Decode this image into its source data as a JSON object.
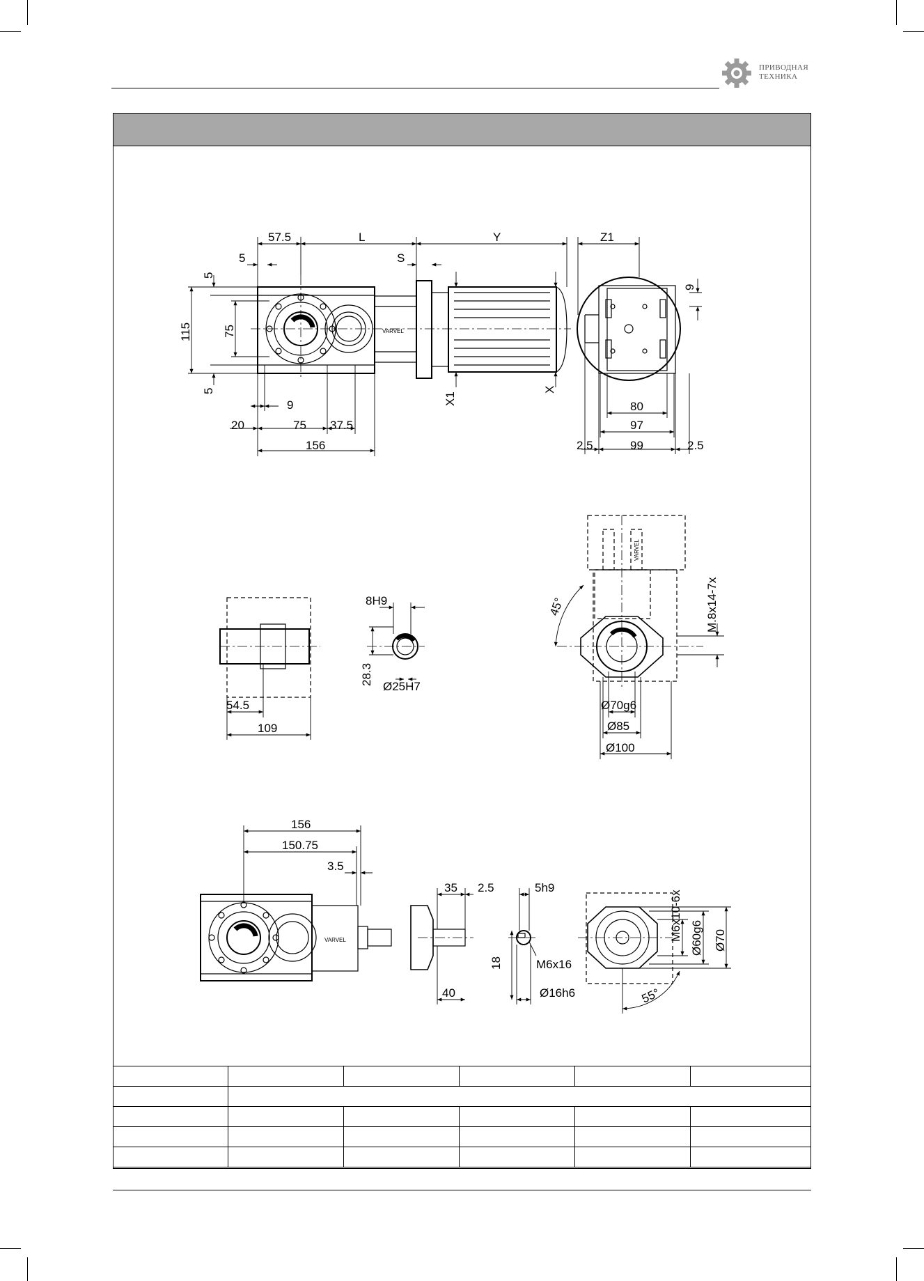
{
  "brand": {
    "line1": "ПРИВОДНАЯ",
    "line2": "ТЕХНИКА",
    "logo_icon": "gear-icon"
  },
  "drawing": {
    "maker_label": "VARVEL",
    "top_view": {
      "d_57_5": "57.5",
      "d_L": "L",
      "d_Y": "Y",
      "d_Z1": "Z1",
      "d_5_top": "5",
      "d_S": "S",
      "d_5_left_top": "5",
      "d_115": "115",
      "d_75": "75",
      "d_5_left_bottom": "5",
      "d_9_bottom": "9",
      "d_20": "20",
      "d_75_bottom": "75",
      "d_37_5": "37.5",
      "d_156": "156",
      "d_X1": "X1",
      "d_X": "X",
      "d_9_right": "9",
      "d_80": "80",
      "d_97": "97",
      "d_2_5_left": "2.5",
      "d_99": "99",
      "d_2_5_right": "2.5"
    },
    "shaft_view": {
      "d_8H9": "8H9",
      "d_28_3": "28.3",
      "d_25H7": "Ø25H7",
      "d_54_5": "54.5",
      "d_109": "109"
    },
    "flange_view": {
      "d_45deg": "45°",
      "d_M8": "M.8x14-7x",
      "d_70g6": "Ø70g6",
      "d_85": "Ø85",
      "d_100": "Ø100"
    },
    "input_view": {
      "d_156": "156",
      "d_150_75": "150.75",
      "d_3_5": "3.5",
      "d_35": "35",
      "d_2_5": "2.5",
      "d_5h9": "5h9",
      "d_40": "40",
      "d_18": "18",
      "d_M6x16": "M6x16",
      "d_16h6": "Ø16h6",
      "d_M6x10": "M6x10-6x",
      "d_60g6": "Ø60g6",
      "d_70": "Ø70",
      "d_55deg": "55°"
    }
  }
}
